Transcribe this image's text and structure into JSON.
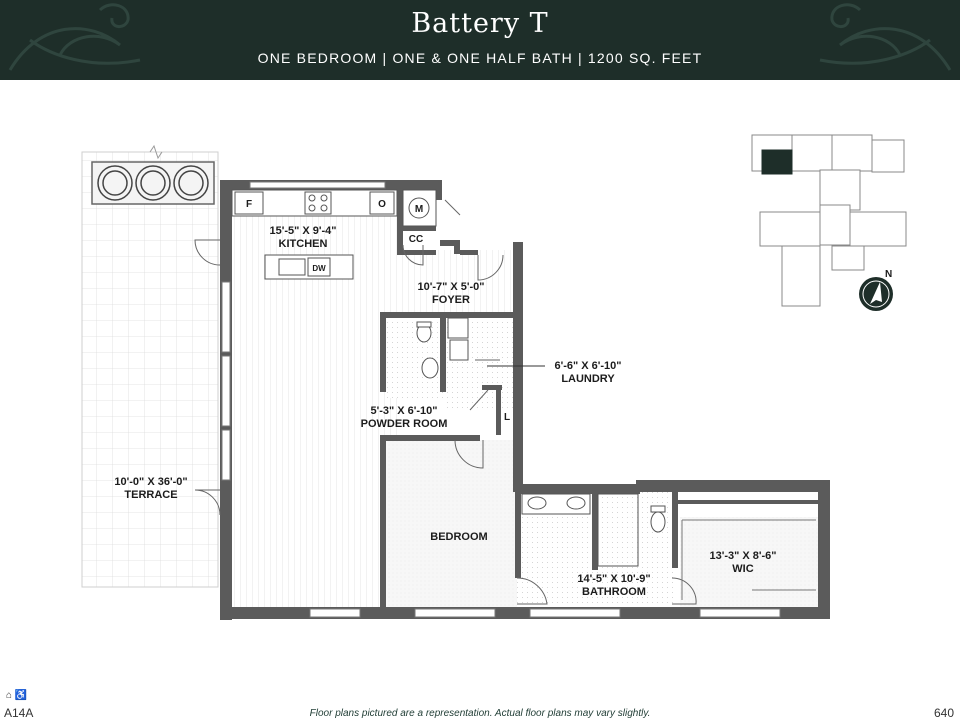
{
  "header": {
    "title": "Battery T",
    "subtitle": "ONE BEDROOM | ONE & ONE HALF BATH | 1200 SQ. FEET",
    "background_color": "#1e2e29"
  },
  "rooms": {
    "kitchen": {
      "dims": "15'-5\" X 9'-4\"",
      "name": "KITCHEN"
    },
    "foyer": {
      "dims": "10'-7\" X 5'-0\"",
      "name": "FOYER"
    },
    "laundry": {
      "dims": "6'-6\" X 6'-10\"",
      "name": "LAUNDRY"
    },
    "powder_room": {
      "dims": "5'-3\" X 6'-10\"",
      "name": "POWDER ROOM"
    },
    "terrace": {
      "dims": "10'-0\" X 36'-0\"",
      "name": "TERRACE"
    },
    "bedroom": {
      "name": "BEDROOM"
    },
    "bathroom": {
      "dims": "14'-5\" X 10'-9\"",
      "name": "BATHROOM"
    },
    "wic": {
      "dims": "13'-3\" X 8'-6\"",
      "name": "WIC"
    }
  },
  "fixtures": {
    "fridge": "F",
    "oven": "O",
    "mechanical": "M",
    "coat_closet": "CC",
    "linen": "L",
    "dishwasher": "DW"
  },
  "footer": {
    "unit_code": "A14A",
    "disclaimer": "Floor plans pictured are a representation. Actual floor plans may vary slightly.",
    "page_number": "640",
    "accessibility_icons": "⌂ ♿"
  },
  "compass": {
    "label": "N",
    "icon": "north-arrow-icon"
  }
}
